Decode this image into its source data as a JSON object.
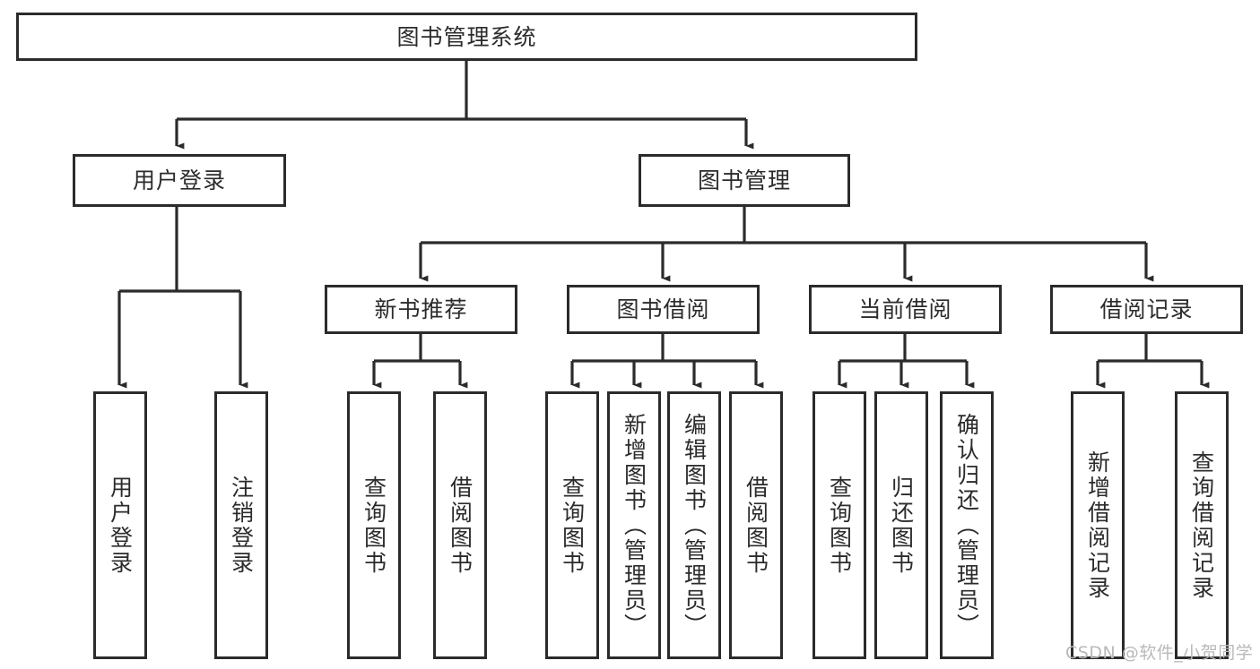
{
  "diagram": {
    "type": "tree-hierarchy-chart",
    "title": "图书管理系统",
    "stroke_color": "#2b2b2b",
    "text_color": "#2b2b2b",
    "background_color": "#ffffff",
    "root": {
      "label": "图书管理系统",
      "orientation": "horizontal"
    },
    "level2": [
      {
        "label": "用户登录",
        "orientation": "horizontal"
      },
      {
        "label": "图书管理",
        "orientation": "horizontal"
      }
    ],
    "level3": [
      {
        "label": "新书推荐",
        "orientation": "horizontal"
      },
      {
        "label": "图书借阅",
        "orientation": "horizontal"
      },
      {
        "label": "当前借阅",
        "orientation": "horizontal"
      },
      {
        "label": "借阅记录",
        "orientation": "horizontal"
      }
    ],
    "leaves": {
      "user_login": [
        {
          "label": "用户登录",
          "orientation": "vertical"
        },
        {
          "label": "注销登录",
          "orientation": "vertical"
        }
      ],
      "new_book_recommend": [
        {
          "label": "查询图书",
          "orientation": "vertical"
        },
        {
          "label": "借阅图书",
          "orientation": "vertical"
        }
      ],
      "book_borrow": [
        {
          "label": "查询图书",
          "orientation": "vertical"
        },
        {
          "label": "新增图书（管理员）",
          "orientation": "vertical"
        },
        {
          "label": "编辑图书（管理员）",
          "orientation": "vertical"
        },
        {
          "label": "借阅图书",
          "orientation": "vertical"
        }
      ],
      "current_borrow": [
        {
          "label": "查询图书",
          "orientation": "vertical"
        },
        {
          "label": "归还图书",
          "orientation": "vertical"
        },
        {
          "label": "确认归还（管理员）",
          "orientation": "vertical"
        }
      ],
      "borrow_record": [
        {
          "label": "新增借阅记录",
          "orientation": "vertical"
        },
        {
          "label": "查询借阅记录",
          "orientation": "vertical"
        }
      ]
    }
  },
  "watermark": {
    "text": "CSDN @软件_小贺同学"
  }
}
